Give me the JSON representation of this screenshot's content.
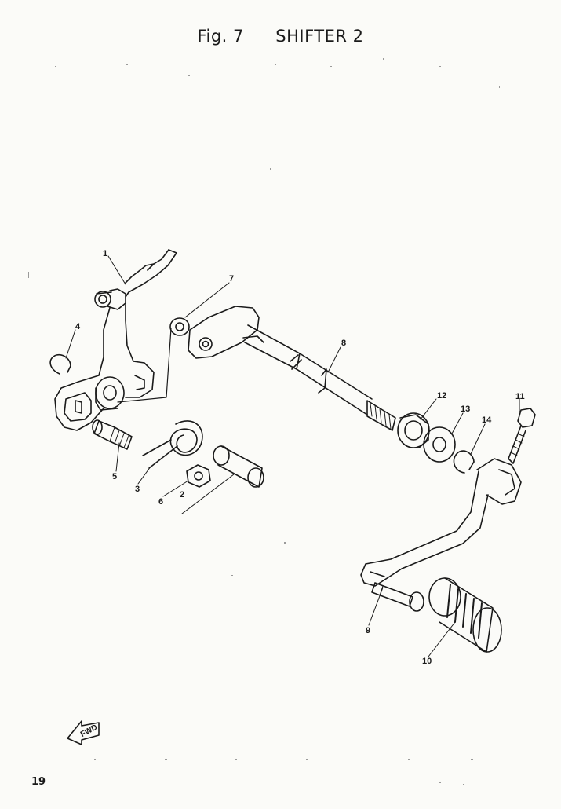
{
  "figure": {
    "number": "Fig. 7",
    "name": "SHIFTER 2"
  },
  "callouts": [
    {
      "id": "1",
      "text": "1"
    },
    {
      "id": "2",
      "text": "2"
    },
    {
      "id": "3",
      "text": "3"
    },
    {
      "id": "4",
      "text": "4"
    },
    {
      "id": "5",
      "text": "5"
    },
    {
      "id": "6",
      "text": "6"
    },
    {
      "id": "7",
      "text": "7"
    },
    {
      "id": "8",
      "text": "8"
    },
    {
      "id": "9",
      "text": "9"
    },
    {
      "id": "10",
      "text": "10"
    },
    {
      "id": "11",
      "text": "11"
    },
    {
      "id": "12",
      "text": "12"
    },
    {
      "id": "13",
      "text": "13"
    },
    {
      "id": "14",
      "text": "14"
    }
  ],
  "fwd_marker": {
    "text": "FWD"
  },
  "page": {
    "number": "19"
  },
  "colors": {
    "ink": "#1a1a1a",
    "paper": "#fbfbf8"
  }
}
